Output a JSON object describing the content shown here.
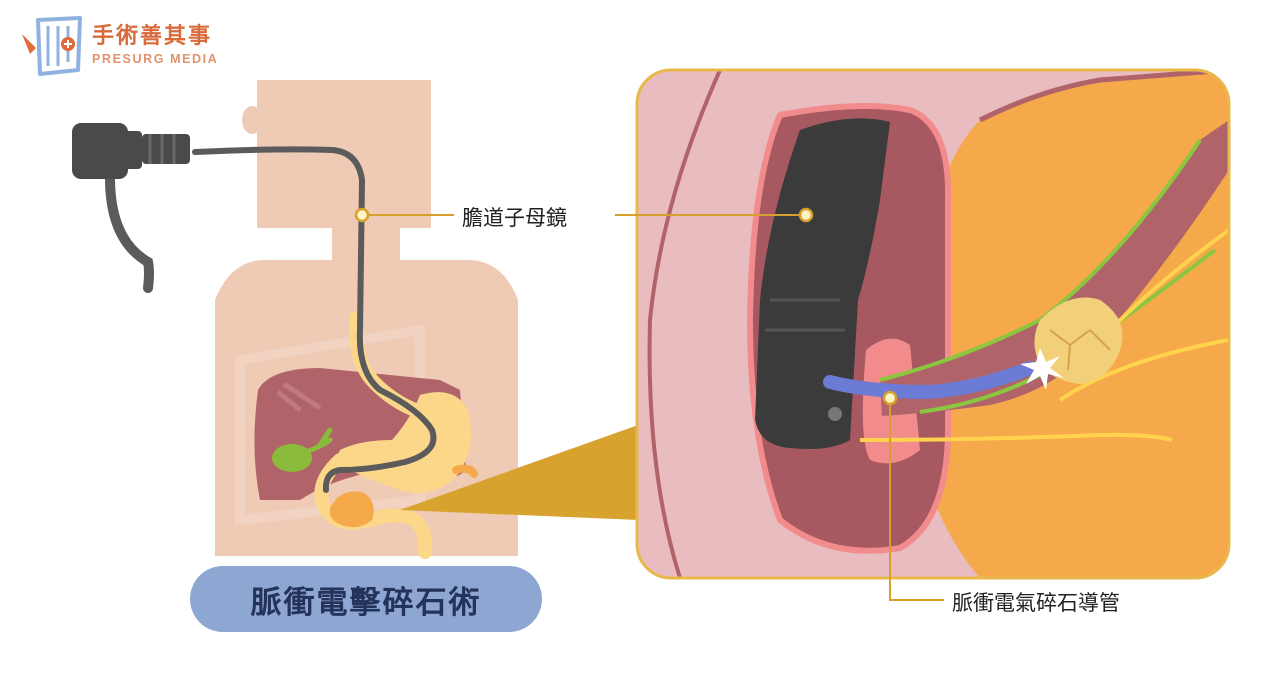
{
  "logo": {
    "name_cn": "手術善其事",
    "name_en": "PRESURG MEDIA"
  },
  "labels": {
    "scope": "膽道子母鏡",
    "catheter": "脈衝電氣碎石導管"
  },
  "title": "脈衝電擊碎石術",
  "colors": {
    "skin": "#efcab4",
    "liver": "#b0646a",
    "gallbladder": "#8bbb3a",
    "bile_tissue": "#f5a94a",
    "duct_outline": "#ffd34d",
    "duct_green": "#8cc63f",
    "scope_dark": "#3b3b3b",
    "catheter": "#6b7bd6",
    "leader": "#d6a02c",
    "pill": "#8ea6d2",
    "frame": "#e8b84a"
  }
}
